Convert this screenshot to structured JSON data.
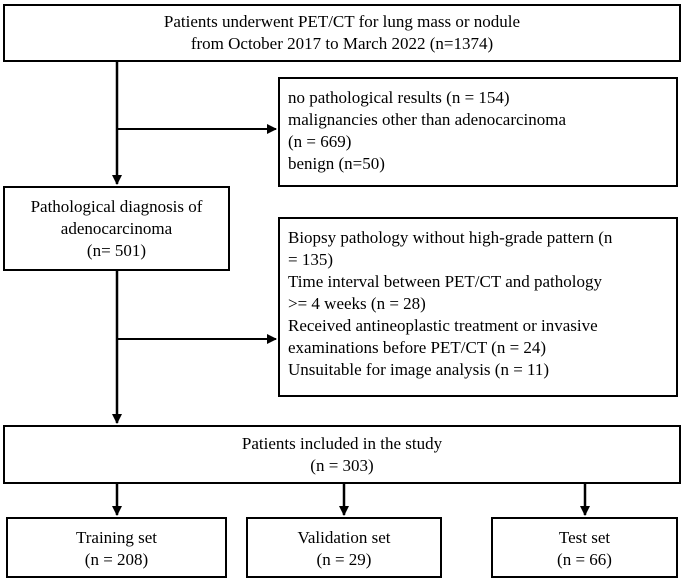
{
  "flowchart": {
    "start": {
      "line1": "Patients underwent PET/CT for lung mass or nodule",
      "line2": "from October 2017 to March 2022 (n=1374)"
    },
    "exclusion1": {
      "line1": "no pathological results (n = 154)",
      "line2": "malignancies other than adenocarcinoma",
      "line3": "(n = 669)",
      "line4": "benign (n=50)"
    },
    "adenocarcinoma": {
      "line1": "Pathological diagnosis of",
      "line2": "adenocarcinoma",
      "line3": "(n= 501)"
    },
    "exclusion2": {
      "line1": "Biopsy pathology without high-grade pattern (n",
      "line2": "= 135)",
      "line3": "Time interval between PET/CT and pathology",
      "line4": ">= 4 weeks (n = 28)",
      "line5": "Received antineoplastic treatment or invasive",
      "line6": "examinations before PET/CT (n = 24)",
      "line7": "Unsuitable for image analysis (n = 11)"
    },
    "included": {
      "line1": "Patients included in the study",
      "line2": "(n = 303)"
    },
    "training": {
      "line1": "Training set",
      "line2": "(n = 208)"
    },
    "validation": {
      "line1": "Validation set",
      "line2": "(n = 29)"
    },
    "test": {
      "line1": "Test set",
      "line2": "(n = 66)"
    }
  }
}
